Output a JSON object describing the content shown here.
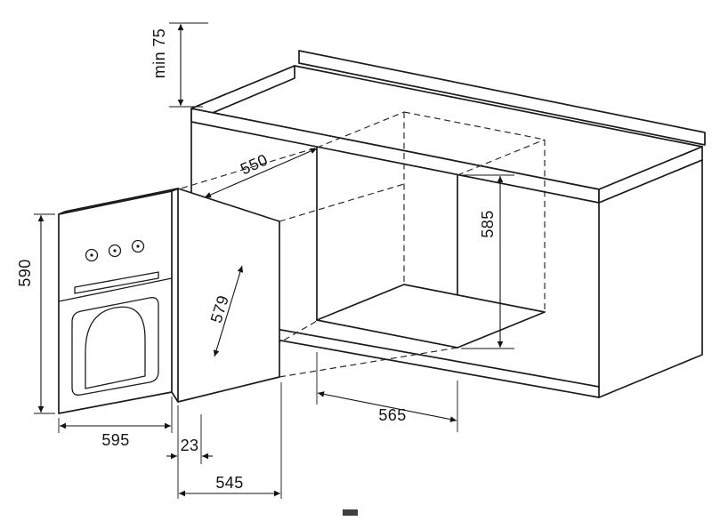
{
  "diagram": {
    "type": "oven-installation-drawing",
    "colors": {
      "line": "#1c1c1c",
      "background": "#ffffff"
    }
  },
  "dims": {
    "min75": "min 75",
    "d550": "550",
    "d585": "585",
    "d590": "590",
    "d579": "579",
    "d595": "595",
    "d23": "23",
    "d545": "545",
    "d565": "565"
  }
}
